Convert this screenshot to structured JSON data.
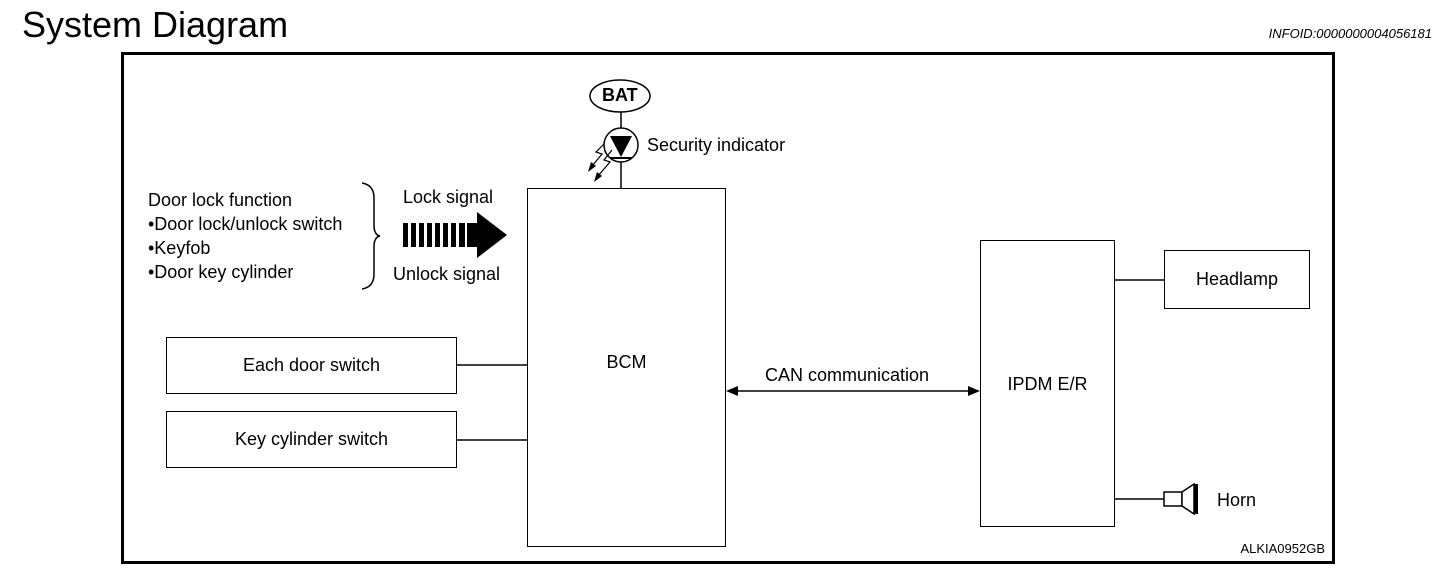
{
  "header": {
    "title": "System Diagram",
    "info_id": "INFOID:0000000004056181"
  },
  "diagram": {
    "bat_label": "BAT",
    "security_indicator_label": "Security indicator",
    "function_group": {
      "title": "Door lock function",
      "items": [
        "•Door lock/unlock switch",
        "•Keyfob",
        "•Door key cylinder"
      ]
    },
    "lock_signal_label": "Lock signal",
    "unlock_signal_label": "Unlock signal",
    "bcm_label": "BCM",
    "each_door_switch_label": "Each door switch",
    "key_cylinder_switch_label": "Key cylinder switch",
    "can_label": "CAN communication",
    "ipdm_label": "IPDM E/R",
    "headlamp_label": "Headlamp",
    "horn_label": "Horn",
    "figure_ref": "ALKIA0952GB"
  }
}
